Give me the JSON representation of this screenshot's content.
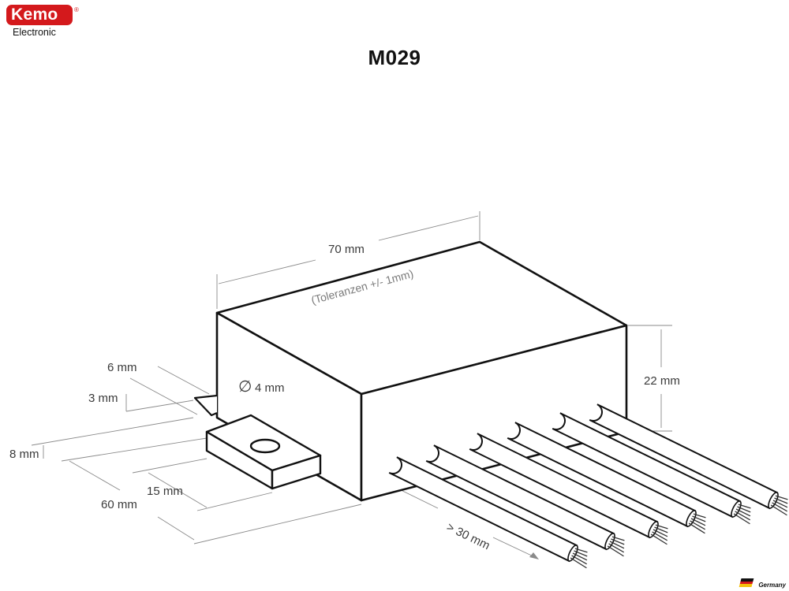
{
  "brand": {
    "name": "Kemo",
    "registered": "®",
    "subtitle": "Electronic",
    "color": "#d4191c"
  },
  "title": "M029",
  "dimensions": {
    "length": "70 mm",
    "tolerance": "(Toleranzen +/- 1mm)",
    "height": "22 mm",
    "hole_diameter": "4 mm",
    "hole_symbol": "∅",
    "tab_offset": "6 mm",
    "tab_thickness": "3 mm",
    "tab_height": "8 mm",
    "tab_length": "15 mm",
    "width": "60 mm",
    "wire_length": "> 30 mm"
  },
  "footer": {
    "country": "Germany"
  }
}
